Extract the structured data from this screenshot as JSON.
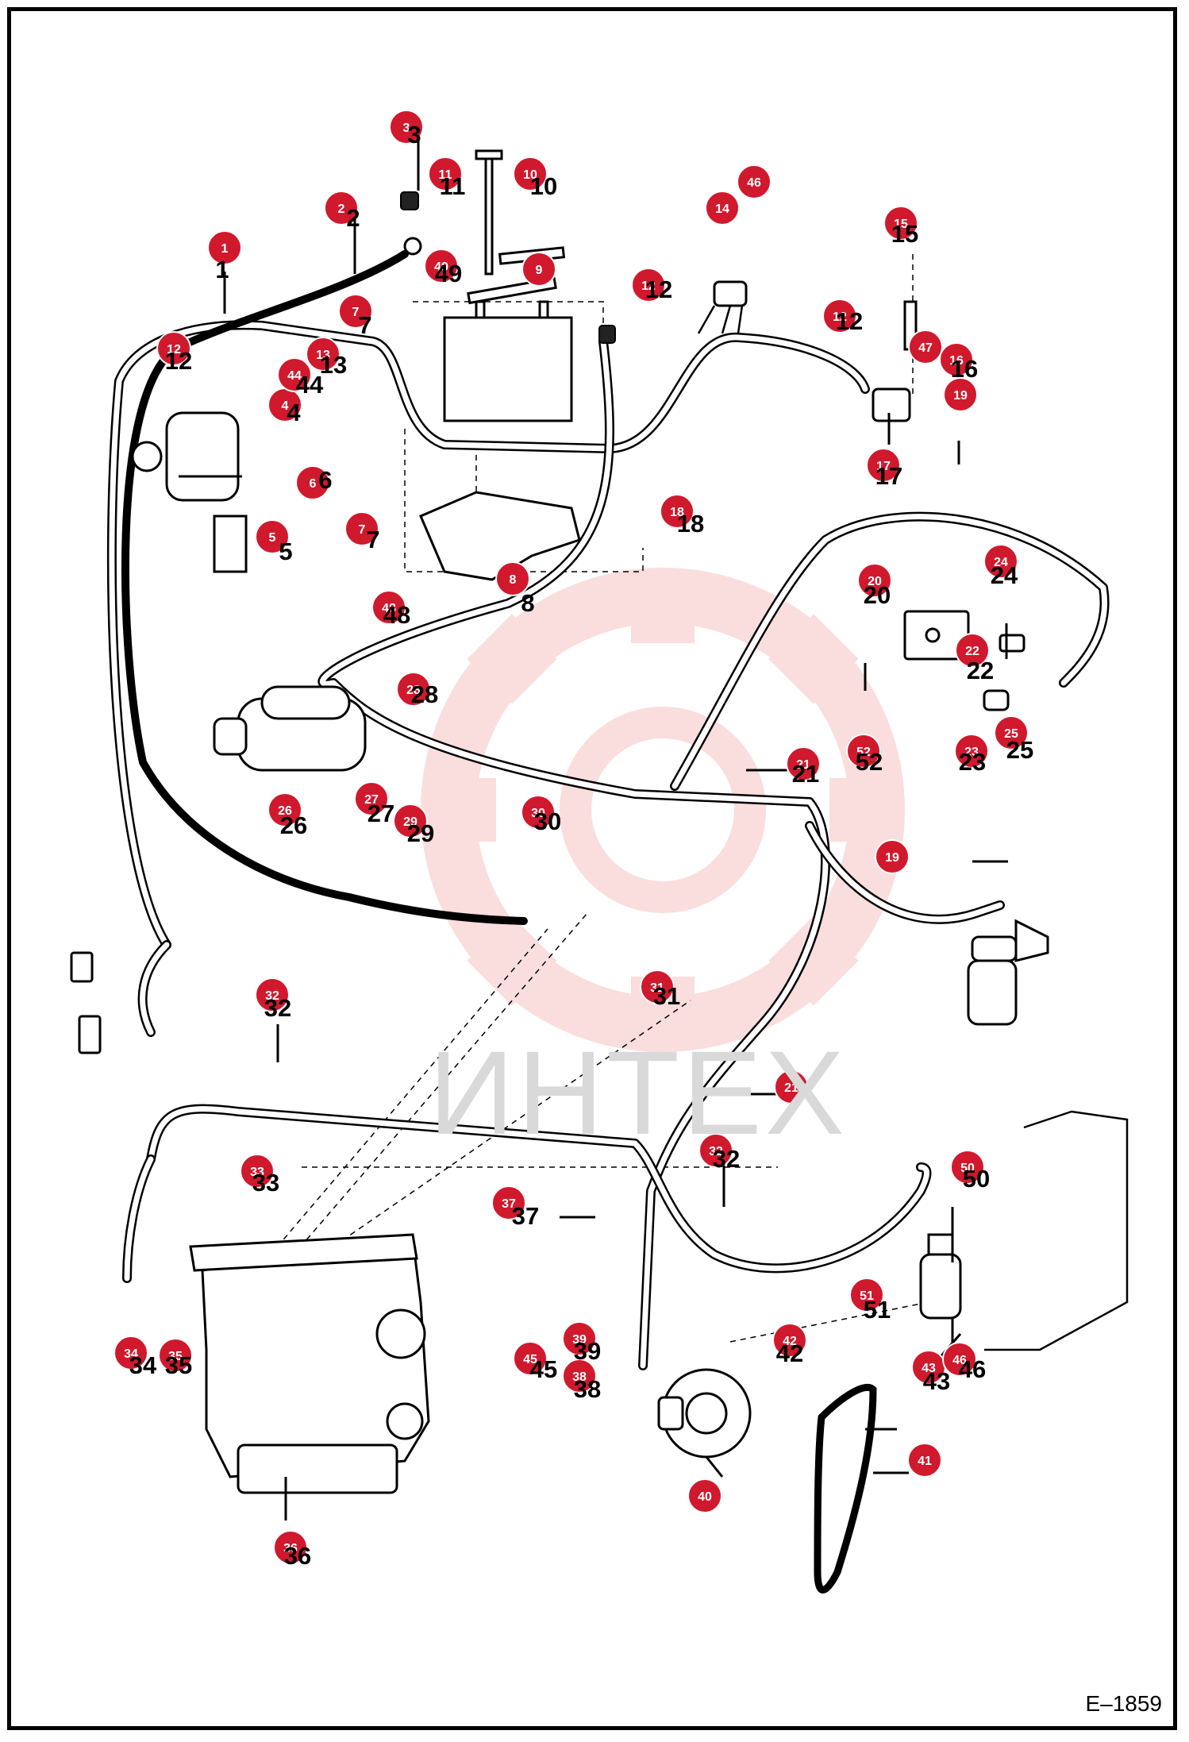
{
  "figure_code": "E–1859",
  "watermark_text": "ИНТЕХ",
  "callouts": [
    {
      "id": "1",
      "label": "1"
    },
    {
      "id": "2",
      "label": "2"
    },
    {
      "id": "3",
      "label": "3"
    },
    {
      "id": "4",
      "label": "4"
    },
    {
      "id": "5",
      "label": "5"
    },
    {
      "id": "6",
      "label": "6"
    },
    {
      "id": "7a",
      "label": "7"
    },
    {
      "id": "7b",
      "label": "7"
    },
    {
      "id": "8",
      "label": "8"
    },
    {
      "id": "9",
      "label": "9"
    },
    {
      "id": "10",
      "label": "10"
    },
    {
      "id": "11",
      "label": "11"
    },
    {
      "id": "12a",
      "label": "12"
    },
    {
      "id": "12b",
      "label": "12"
    },
    {
      "id": "12c",
      "label": "12"
    },
    {
      "id": "13",
      "label": "13"
    },
    {
      "id": "14",
      "label": "14"
    },
    {
      "id": "15",
      "label": "15"
    },
    {
      "id": "16",
      "label": "16"
    },
    {
      "id": "17",
      "label": "17"
    },
    {
      "id": "18",
      "label": "18"
    },
    {
      "id": "19a",
      "label": "19"
    },
    {
      "id": "19b",
      "label": "19"
    },
    {
      "id": "20",
      "label": "20"
    },
    {
      "id": "21a",
      "label": "21"
    },
    {
      "id": "21b",
      "label": "21"
    },
    {
      "id": "22",
      "label": "22"
    },
    {
      "id": "23",
      "label": "23"
    },
    {
      "id": "24",
      "label": "24"
    },
    {
      "id": "25",
      "label": "25"
    },
    {
      "id": "26",
      "label": "26"
    },
    {
      "id": "27",
      "label": "27"
    },
    {
      "id": "28",
      "label": "28"
    },
    {
      "id": "29",
      "label": "29"
    },
    {
      "id": "30",
      "label": "30"
    },
    {
      "id": "31",
      "label": "31"
    },
    {
      "id": "32a",
      "label": "32"
    },
    {
      "id": "32b",
      "label": "32"
    },
    {
      "id": "33",
      "label": "33"
    },
    {
      "id": "34",
      "label": "34"
    },
    {
      "id": "35",
      "label": "35"
    },
    {
      "id": "36",
      "label": "36"
    },
    {
      "id": "37",
      "label": "37"
    },
    {
      "id": "38",
      "label": "38"
    },
    {
      "id": "39",
      "label": "39"
    },
    {
      "id": "40",
      "label": "40"
    },
    {
      "id": "41",
      "label": "41"
    },
    {
      "id": "42",
      "label": "42"
    },
    {
      "id": "43",
      "label": "43"
    },
    {
      "id": "44",
      "label": "44"
    },
    {
      "id": "45",
      "label": "45"
    },
    {
      "id": "46a",
      "label": "46"
    },
    {
      "id": "46b",
      "label": "46"
    },
    {
      "id": "47",
      "label": "47"
    },
    {
      "id": "48",
      "label": "48"
    },
    {
      "id": "49",
      "label": "49"
    },
    {
      "id": "50",
      "label": "50"
    },
    {
      "id": "51",
      "label": "51"
    },
    {
      "id": "52",
      "label": "52"
    }
  ],
  "printed_numbers": [
    {
      "id": "1",
      "label": "1"
    },
    {
      "id": "2",
      "label": "2"
    },
    {
      "id": "3",
      "label": "3"
    },
    {
      "id": "4",
      "label": "4"
    },
    {
      "id": "5",
      "label": "5"
    },
    {
      "id": "6",
      "label": "6"
    },
    {
      "id": "7a",
      "label": "7"
    },
    {
      "id": "7b",
      "label": "7"
    },
    {
      "id": "8",
      "label": "8"
    },
    {
      "id": "10",
      "label": "10"
    },
    {
      "id": "11",
      "label": "11"
    },
    {
      "id": "12a",
      "label": "12"
    },
    {
      "id": "12b",
      "label": "12"
    },
    {
      "id": "12c",
      "label": "12"
    },
    {
      "id": "13",
      "label": "13"
    },
    {
      "id": "15",
      "label": "15"
    },
    {
      "id": "16",
      "label": "16"
    },
    {
      "id": "17",
      "label": "17"
    },
    {
      "id": "18",
      "label": "18"
    },
    {
      "id": "20",
      "label": "20"
    },
    {
      "id": "21a",
      "label": "21"
    },
    {
      "id": "22",
      "label": "22"
    },
    {
      "id": "23",
      "label": "23"
    },
    {
      "id": "24",
      "label": "24"
    },
    {
      "id": "25",
      "label": "25"
    },
    {
      "id": "26",
      "label": "26"
    },
    {
      "id": "27",
      "label": "27"
    },
    {
      "id": "28",
      "label": "28"
    },
    {
      "id": "29",
      "label": "29"
    },
    {
      "id": "30",
      "label": "30"
    },
    {
      "id": "31",
      "label": "31"
    },
    {
      "id": "32a",
      "label": "32"
    },
    {
      "id": "32b",
      "label": "32"
    },
    {
      "id": "33",
      "label": "33"
    },
    {
      "id": "34",
      "label": "34"
    },
    {
      "id": "35",
      "label": "35"
    },
    {
      "id": "36",
      "label": "36"
    },
    {
      "id": "37",
      "label": "37"
    },
    {
      "id": "38",
      "label": "38"
    },
    {
      "id": "39",
      "label": "39"
    },
    {
      "id": "42",
      "label": "42"
    },
    {
      "id": "43",
      "label": "43"
    },
    {
      "id": "44",
      "label": "44"
    },
    {
      "id": "45",
      "label": "45"
    },
    {
      "id": "46b",
      "label": "46"
    },
    {
      "id": "48",
      "label": "48"
    },
    {
      "id": "49",
      "label": "49"
    },
    {
      "id": "50",
      "label": "50"
    },
    {
      "id": "51",
      "label": "51"
    },
    {
      "id": "52",
      "label": "52"
    }
  ],
  "colors": {
    "badge": "#d0192d",
    "watermark": "#f2b5b5",
    "line": "#000000"
  }
}
